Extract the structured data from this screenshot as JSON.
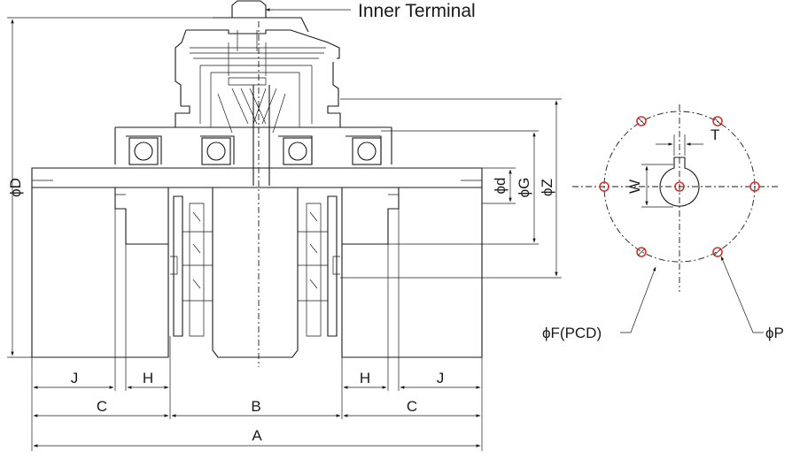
{
  "callout": {
    "inner_terminal": "Inner Terminal"
  },
  "dims": {
    "A": "A",
    "B": "B",
    "C": "C",
    "H": "H",
    "J": "J",
    "D": "ϕD",
    "d": "ϕd",
    "G": "ϕG",
    "Z": "ϕZ",
    "T": "T",
    "W": "W",
    "F": "ϕF(PCD)",
    "P": "ϕP"
  },
  "colors": {
    "hole_marker": "#d8342a",
    "line": "#1a1a1a"
  }
}
